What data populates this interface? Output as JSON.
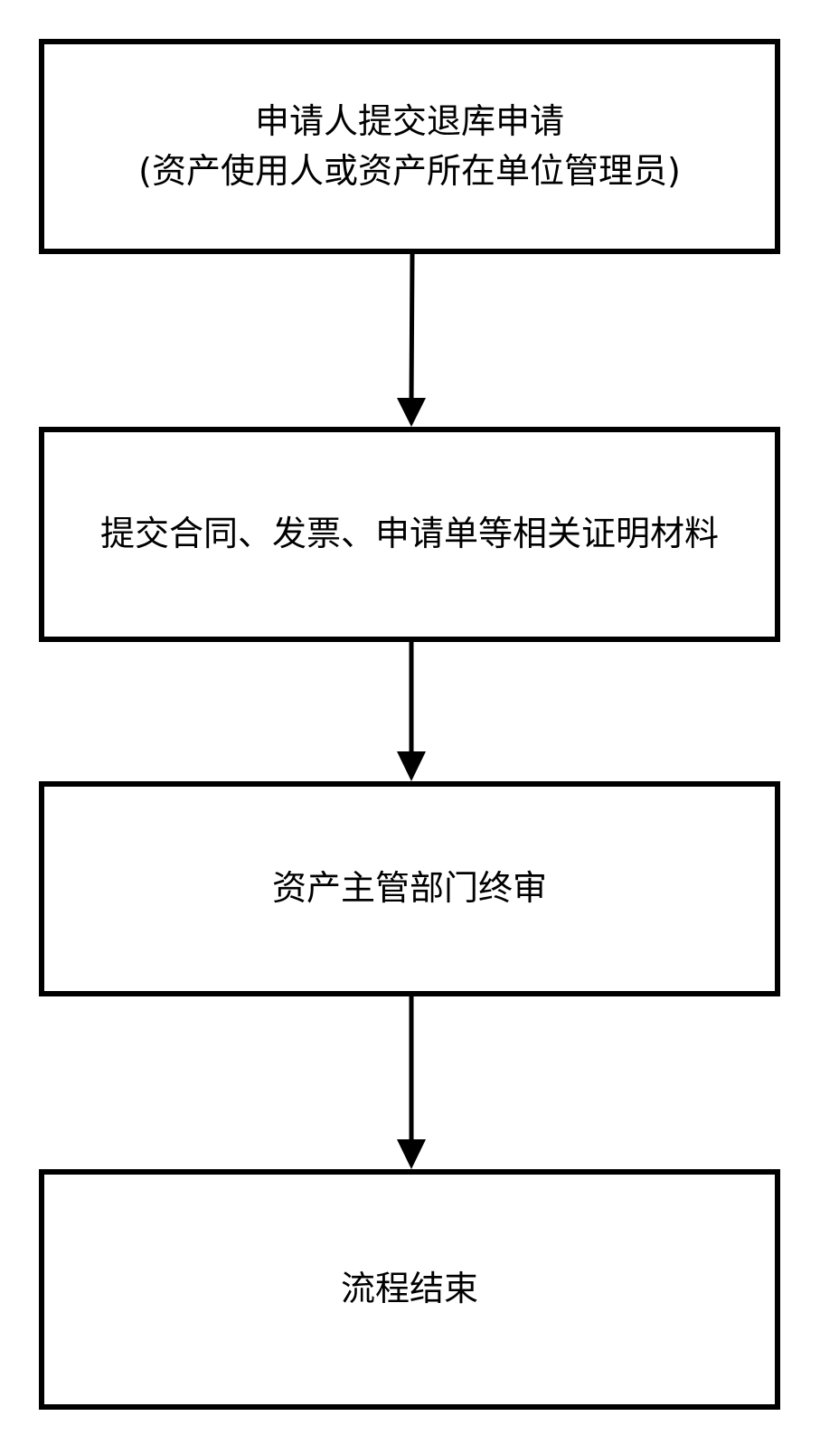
{
  "steps": [
    {
      "lines": [
        "申请人提交退库申请",
        "(资产使用人或资产所在单位管理员)"
      ]
    },
    {
      "lines": [
        "提交合同、发票、申请单等相关证明材料"
      ]
    },
    {
      "lines": [
        "资产主管部门终审"
      ]
    },
    {
      "lines": [
        "流程结束"
      ]
    }
  ],
  "colors": {
    "stroke": "#000000",
    "fill": "#ffffff",
    "text": "#000000"
  }
}
